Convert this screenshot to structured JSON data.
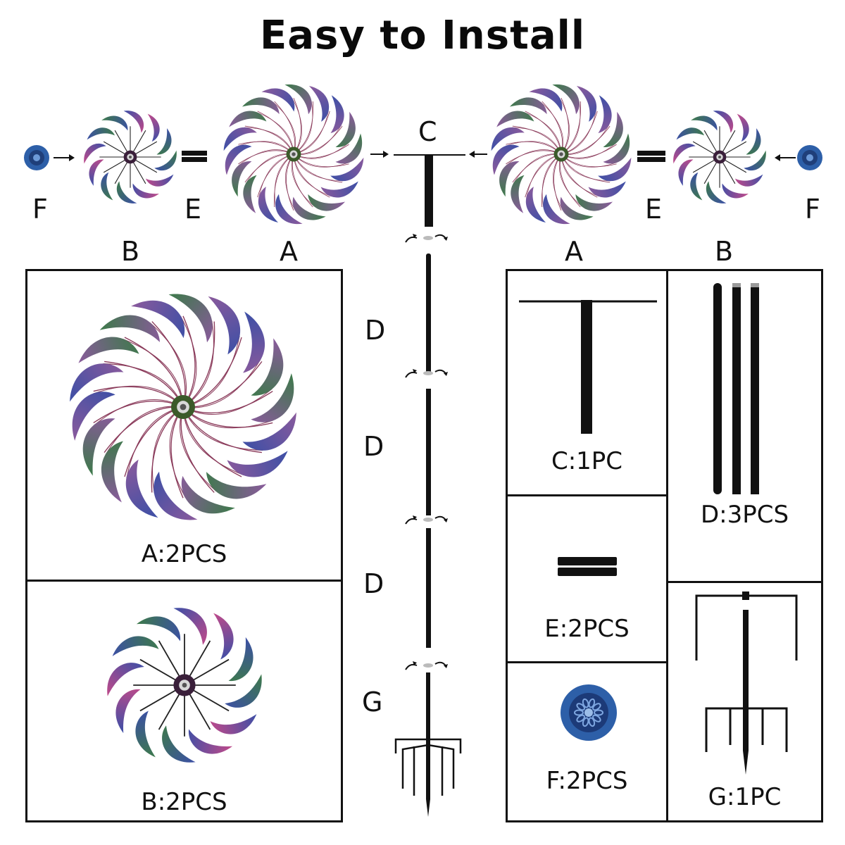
{
  "title": "Easy to Install",
  "top_labels": {
    "f_left": "F",
    "b_left": "B",
    "e_left": "E",
    "a_left": "A",
    "c": "C",
    "a_right": "A",
    "e_right": "E",
    "b_right": "B",
    "f_right": "F"
  },
  "pole_labels": [
    "D",
    "D",
    "D",
    "G"
  ],
  "parts": {
    "a": "A:2PCS",
    "b": "B:2PCS",
    "c": "C:1PC",
    "d": "D:3PCS",
    "e": "E:2PCS",
    "f": "F:2PCS",
    "g": "G:1PC"
  },
  "colors": {
    "blade_green": "#3d7a4a",
    "blade_blue": "#3c4fa6",
    "blade_purple": "#8a5a9c",
    "blade_pink": "#c04a8a",
    "metal_black": "#111111",
    "cap_blue": "#2d5fa8"
  }
}
